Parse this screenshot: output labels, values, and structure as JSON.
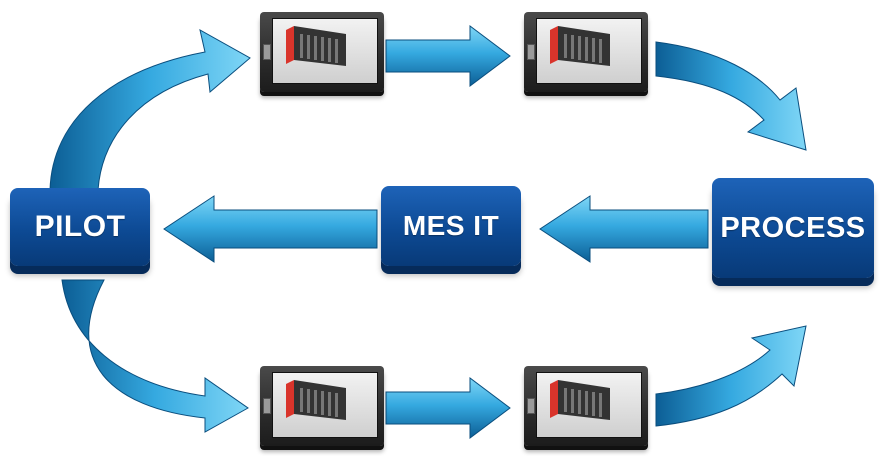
{
  "nodes": {
    "pilot": "PILOT",
    "mes_it": "MES IT",
    "process": "PROCESS"
  },
  "panels": [
    {
      "id": "panel-top-1",
      "icon": "plc-rack-icon"
    },
    {
      "id": "panel-top-2",
      "icon": "plc-rack-icon"
    },
    {
      "id": "panel-bottom-1",
      "icon": "plc-rack-icon"
    },
    {
      "id": "panel-bottom-2",
      "icon": "plc-rack-icon"
    }
  ],
  "colors": {
    "arrow_light": "#4fc3f0",
    "arrow_dark": "#0e5f94",
    "node_fill": "#0d4a94",
    "panel_bezel": "#2b2b2b",
    "rack_accent": "#d9342b"
  }
}
